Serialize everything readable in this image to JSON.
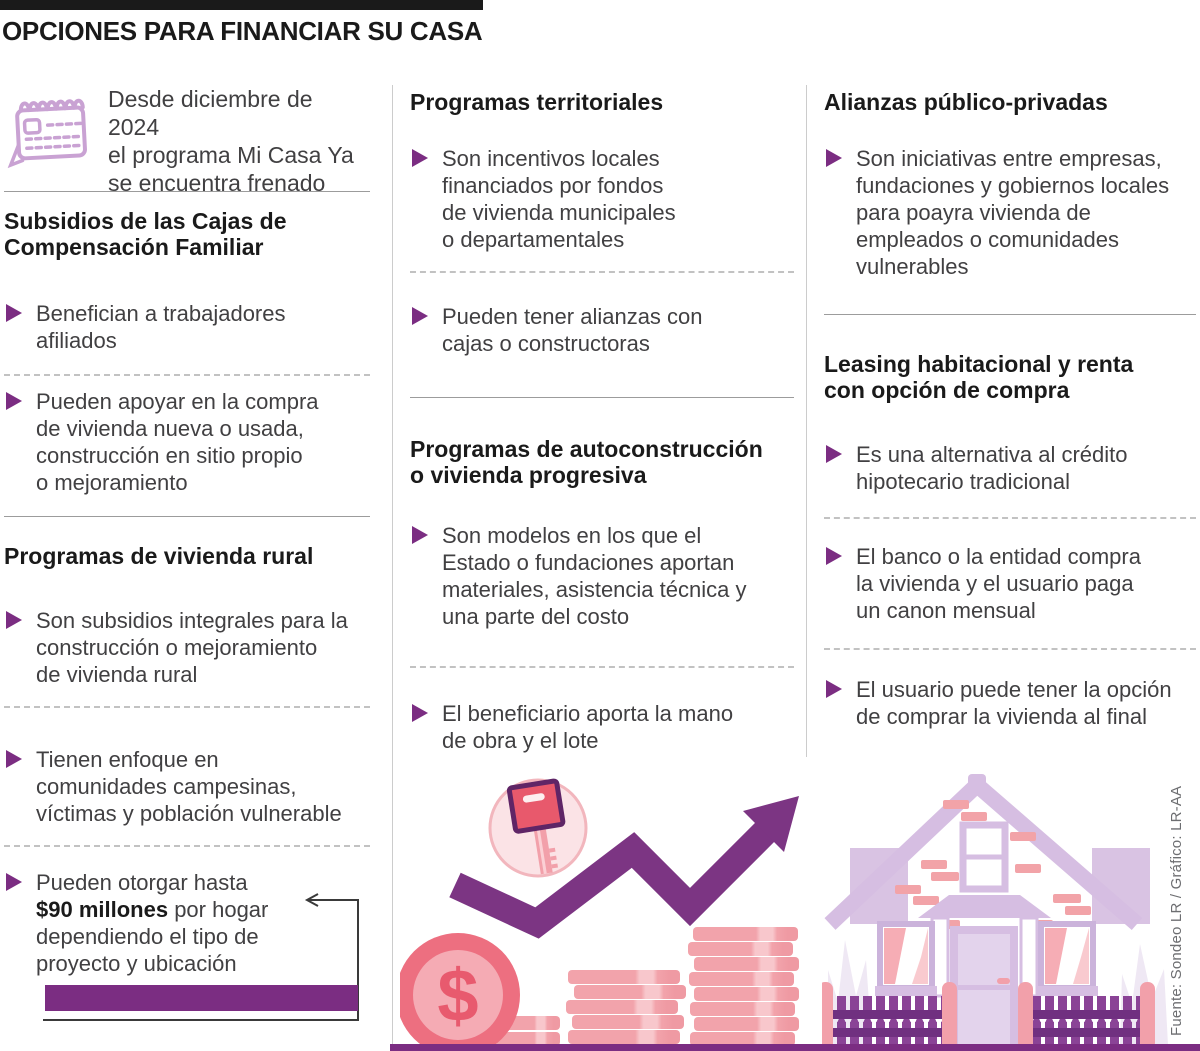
{
  "title": "OPCIONES PARA FINANCIAR SU CASA",
  "source": "Fuente: Sondeo LR / Gráfico: LR-AA",
  "intro": {
    "icon": "calendar-icon",
    "text": "Desde diciembre de 2024\nel programa Mi Casa Ya\nse encuentra frenado"
  },
  "col1": {
    "s1": {
      "heading": "Subsidios de las Cajas de\nCompensación Familiar",
      "b1": "Benefician a trabajadores\nafiliados",
      "b2": "Pueden apoyar en la compra\nde vivienda nueva o usada,\nconstrucción en sitio propio\no mejoramiento"
    },
    "s2": {
      "heading": "Programas de vivienda rural",
      "b1": "Son subsidios integrales para la\nconstrucción o mejoramiento\nde vivienda rural",
      "b2": "Tienen enfoque en\ncomunidades campesinas,\nvíctimas y población vulnerable",
      "b3_pre": "Pueden otorgar hasta\n",
      "b3_bold": "$90 millones",
      "b3_post": " por hogar\ndependiendo el tipo de\nproyecto y ubicación"
    }
  },
  "col2": {
    "s1": {
      "heading": "Programas territoriales",
      "b1": "Son incentivos locales\nfinanciados por fondos\nde vivienda municipales\no departamentales",
      "b2": "Pueden tener alianzas con\ncajas o constructoras"
    },
    "s2": {
      "heading": "Programas de autoconstrucción\no vivienda progresiva",
      "b1": "Son modelos en los que el\nEstado o fundaciones aportan\nmateriales, asistencia técnica y\nuna parte del costo",
      "b2": "El beneficiario aporta la mano\nde obra y el lote"
    }
  },
  "col3": {
    "s1": {
      "heading": "Alianzas público-privadas",
      "b1": "Son iniciativas entre empresas,\nfundaciones y gobiernos locales\npara poayra vivienda de\nempleados o comunidades\nvulnerables"
    },
    "s2": {
      "heading": "Leasing habitacional y renta\ncon opción de compra",
      "b1": "Es una alternativa al crédito\nhipotecario tradicional",
      "b2": "El banco o la entidad compra\nla vivienda y el usuario paga\nun canon mensual",
      "b3": "El usuario puede tener la opción\nde comprar la vivienda al final"
    }
  },
  "icons": [
    "calendar-icon",
    "key-icon",
    "growth-arrow-icon",
    "dollar-coin-icon",
    "coin-stacks-icon",
    "house-icon",
    "fence-icon"
  ],
  "colors": {
    "accent_purple": "#7b2d82",
    "arrow_purple": "#7c3583",
    "lavender": "#d6bee2",
    "fence_purple": "#8a4396",
    "brick_salmon": "#f2a3a8",
    "coin_pink": "#ed6f80",
    "calendar_lilac": "#c9a2d3",
    "title_bar_black": "#1a1a1a"
  }
}
